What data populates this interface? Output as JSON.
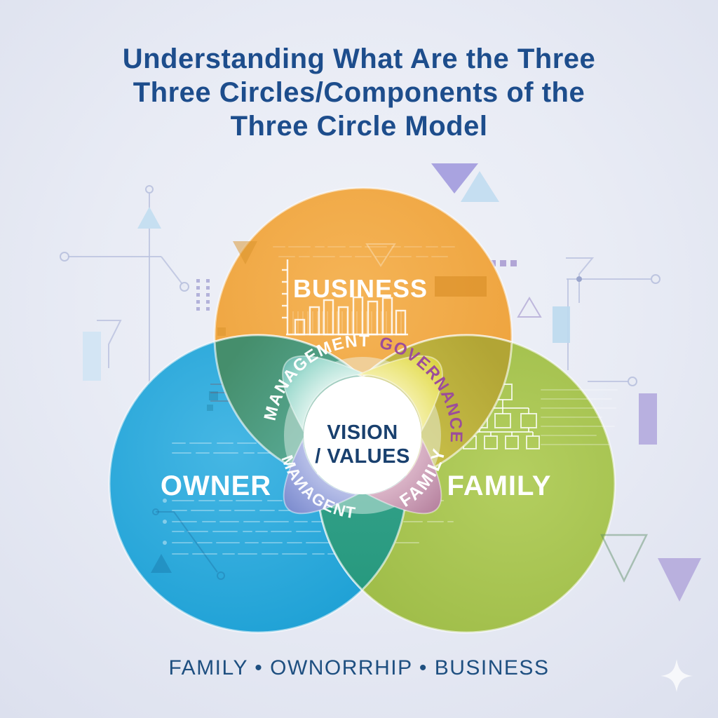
{
  "title": {
    "lines": [
      "Understanding What Are the Three",
      "Three Circles/Components of the",
      "Three Circle Model"
    ],
    "color": "#1d4d8c"
  },
  "diagram": {
    "circles": [
      {
        "id": "business",
        "label": "BUSINESS",
        "color": "#efa73f"
      },
      {
        "id": "owner",
        "label": "OWNER",
        "color": "#28a5d9"
      },
      {
        "id": "family",
        "label": "FAMILY",
        "color": "#a4c04e"
      }
    ],
    "overlap_labels": {
      "management": {
        "text": "MANAGEMENT",
        "color": "#ffffff",
        "region": "business-owner",
        "region_color": "#4f9f85"
      },
      "governance": {
        "text": "GOVERNANCE",
        "color": "#9c4d9a",
        "region": "business-family",
        "region_color": "#c3b73e"
      },
      "management_garbled": {
        "text": "MAИAGENT",
        "color": "#ffffff",
        "region": "owner-family-left",
        "region_color": "#8391d2"
      },
      "family_inner": {
        "text": "FAMILY",
        "color": "#ffffff",
        "region": "owner-family-right",
        "region_color": "#c294ad"
      }
    },
    "center": {
      "line1": "VISION",
      "line2": "/ VALUES",
      "color": "#19406e",
      "background": "#ffffff"
    }
  },
  "footer": {
    "text": "FAMILY • OWNORRHIP • BUSINESS",
    "color": "#1e4f80"
  },
  "palette": {
    "background": "#e8ebf4",
    "owner_family_lens": "#2f9d85",
    "cyan_petal": "#9ed8cc",
    "yellow_petal": "#e2dc55",
    "violet_petal": "#8292d2",
    "mauve_petal": "#c294ad",
    "decor_purple_triangle": "#a59ede",
    "decor_blue_triangle": "#c3dcf0",
    "decor_lavender_rect": "#b3aade"
  }
}
